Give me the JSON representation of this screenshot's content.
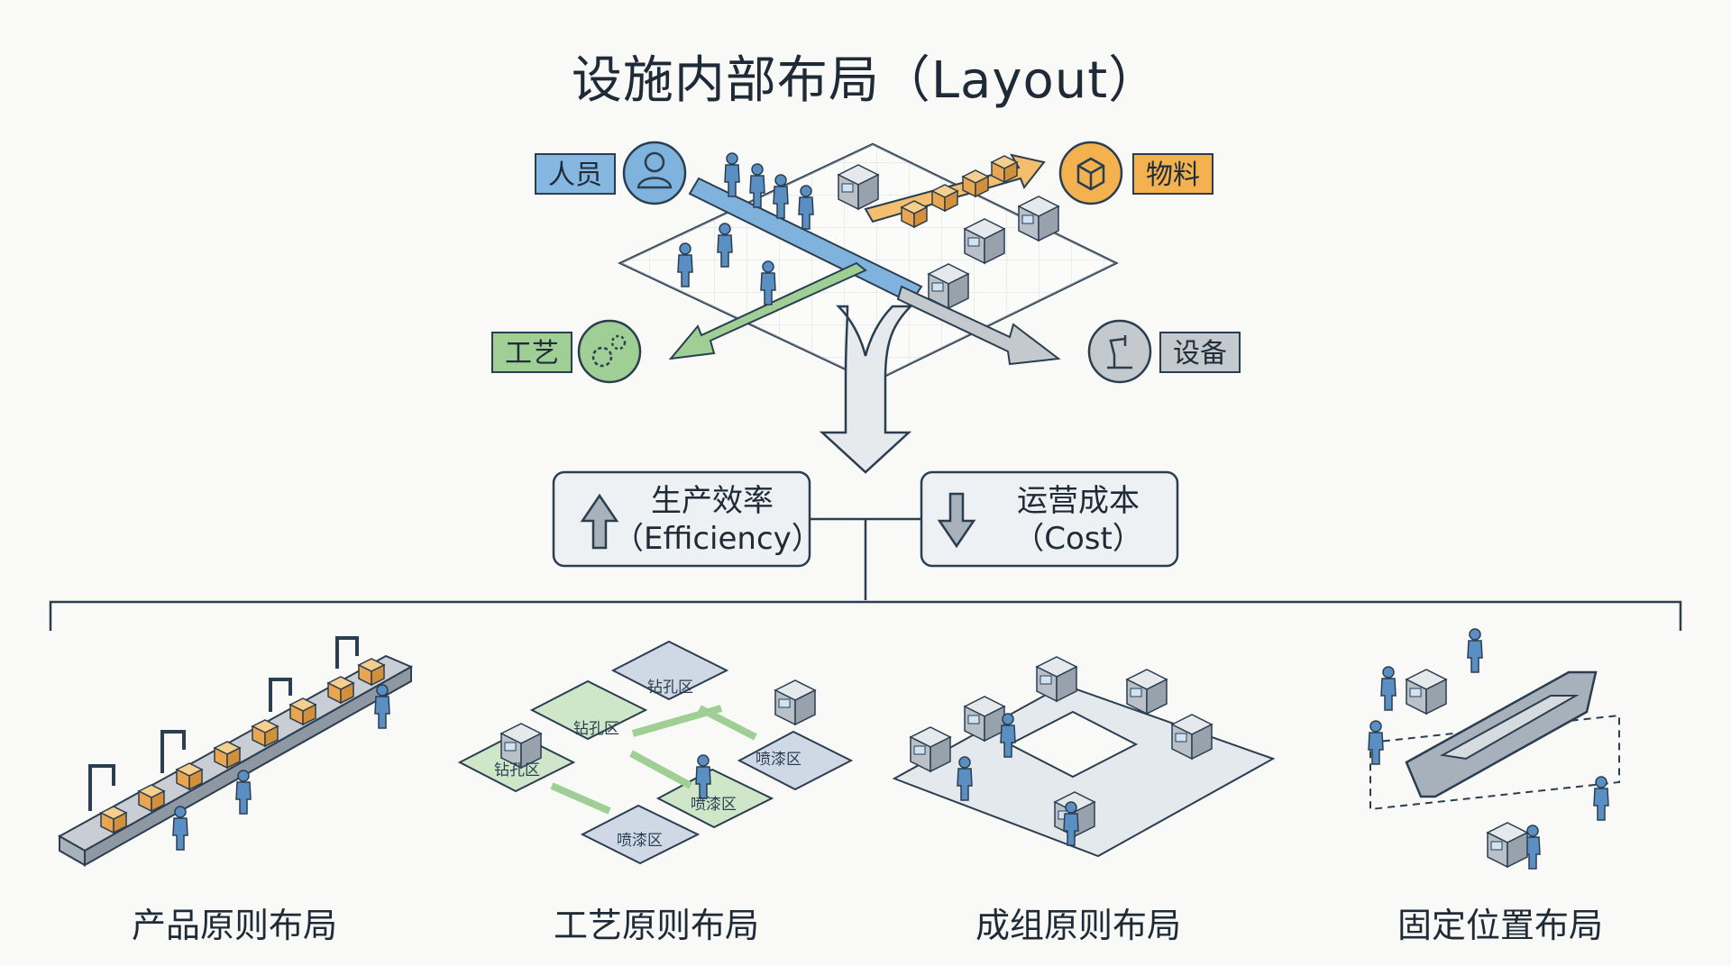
{
  "title": "设施内部布局（Layout）",
  "factors": {
    "people": "人员",
    "material": "物料",
    "process": "工艺",
    "equipment": "设备"
  },
  "goals": {
    "efficiency": {
      "name": "生产效率",
      "en": "（Efficiency）",
      "direction": "up"
    },
    "cost": {
      "name": "运营成本",
      "en": "（Cost）",
      "direction": "down"
    }
  },
  "layouts": [
    {
      "label": "产品原则布局"
    },
    {
      "label": "工艺原则布局",
      "zones": [
        "钻孔区",
        "钻孔区",
        "钻孔区",
        "喷漆区",
        "喷漆区",
        "喷漆区"
      ]
    },
    {
      "label": "成组原则布局"
    },
    {
      "label": "固定位置布局"
    }
  ],
  "colors": {
    "people": "#7fb2dd",
    "material": "#f0b35a",
    "process": "#9fcf95",
    "equipment": "#c4c9ce",
    "outline": "#2b3e50"
  }
}
